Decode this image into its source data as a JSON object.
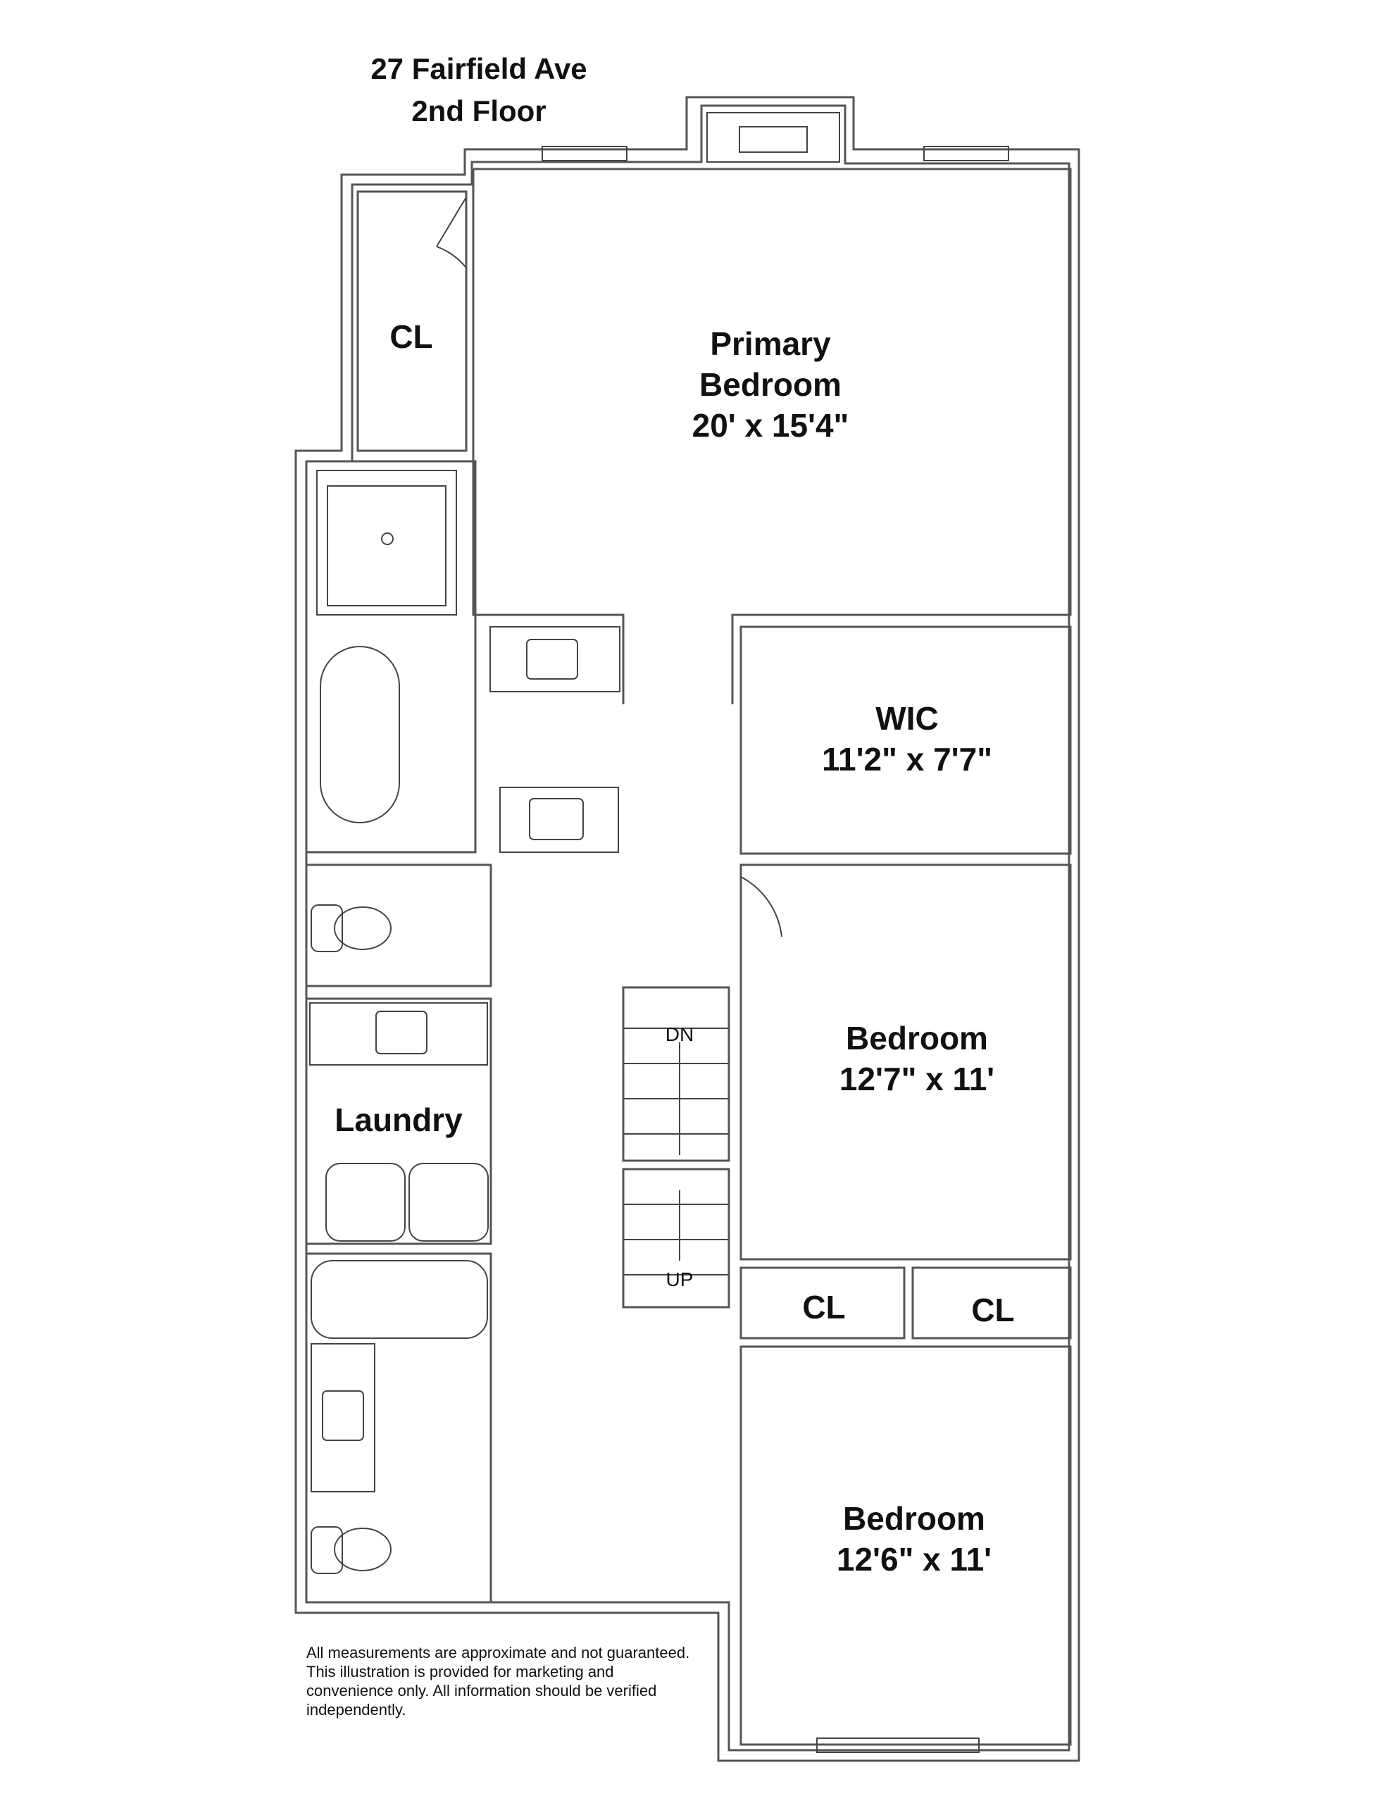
{
  "header": {
    "address": "27 Fairfield Ave",
    "floor": "2nd Floor"
  },
  "rooms": {
    "primary_line1": "Primary",
    "primary_line2": "Bedroom",
    "primary_dims": "20' x 15'4\"",
    "cl_top": "CL",
    "wic_name": "WIC",
    "wic_dims": "11'2\" x 7'7\"",
    "bedroom2_name": "Bedroom",
    "bedroom2_dims": "12'7\" x 11'",
    "laundry": "Laundry",
    "cl_mid_left": "CL",
    "cl_mid_right": "CL",
    "bedroom3_name": "Bedroom",
    "bedroom3_dims": "12'6\" x 11'"
  },
  "stairs": {
    "down": "DN",
    "up": "UP"
  },
  "disclaimer": "All measurements are approximate and not guaranteed. This illustration is provided for marketing and convenience only. All information should be verified independently.",
  "colors": {
    "wall": "#555555",
    "text": "#111111",
    "background": "#ffffff"
  }
}
